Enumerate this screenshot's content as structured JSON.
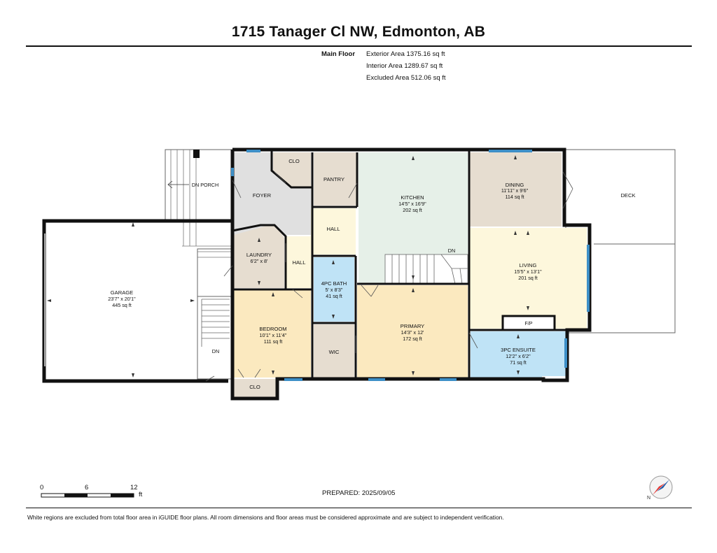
{
  "title": "1715 Tanager Cl NW, Edmonton, AB",
  "floor": {
    "name": "Main Floor",
    "exterior_area": "Exterior Area 1375.16 sq ft",
    "interior_area": "Interior Area 1289.67 sq ft",
    "excluded_area": "Excluded Area 512.06 sq ft"
  },
  "rooms": {
    "foyer": {
      "name": "FOYER"
    },
    "clo_top": {
      "name": "CLO"
    },
    "pantry": {
      "name": "PANTRY"
    },
    "kitchen": {
      "name": "KITCHEN",
      "dims": "14'5\" x 16'9\"",
      "area": "202 sq ft"
    },
    "dining": {
      "name": "DINING",
      "dims": "11'11\" x 9'6\"",
      "area": "114 sq ft"
    },
    "deck": {
      "name": "DECK"
    },
    "porch": {
      "name": "DN PORCH"
    },
    "hall_upper": {
      "name": "HALL"
    },
    "hall_lower": {
      "name": "HALL"
    },
    "laundry": {
      "name": "LAUNDRY",
      "dims": "6'2\" x 8'"
    },
    "garage": {
      "name": "GARAGE",
      "dims": "23'7\" x 20'1\"",
      "area": "445 sq ft"
    },
    "bath": {
      "name": "4PC BATH",
      "dims": "5' x 8'3\"",
      "area": "41 sq ft"
    },
    "living": {
      "name": "LIVING",
      "dims": "15'5\" x 13'1\"",
      "area": "201 sq ft"
    },
    "bedroom": {
      "name": "BEDROOM",
      "dims": "10'1\" x 11'4\"",
      "area": "111 sq ft"
    },
    "wic": {
      "name": "WIC"
    },
    "primary": {
      "name": "PRIMARY",
      "dims": "14'3\" x 12'",
      "area": "172 sq ft"
    },
    "ensuite": {
      "name": "3PC ENSUITE",
      "dims": "12'2\" x 6'2\"",
      "area": "71 sq ft"
    },
    "fireplace": {
      "name": "F/P"
    },
    "clo_bottom": {
      "name": "CLO"
    }
  },
  "stairs": {
    "kitchen_dn": "DN",
    "garage_dn": "DN"
  },
  "scale": {
    "ticks": [
      "0",
      "6",
      "12"
    ],
    "unit": "ft"
  },
  "prepared": "PREPARED: 2025/09/05",
  "disclaimer": "White regions are excluded from total floor area in iGUIDE floor plans. All room dimensions and floor areas must be considered approximate and are subject to independent verification.",
  "colors": {
    "foyer": "#e0e0e0",
    "utility": "#e6ddd0",
    "kitchen": "#e6f0e8",
    "hall": "#fdf7dc",
    "bath": "#bfe3f6",
    "bedroom": "#fbe9bf",
    "wall": "#111111",
    "window": "#3d8fc7"
  }
}
